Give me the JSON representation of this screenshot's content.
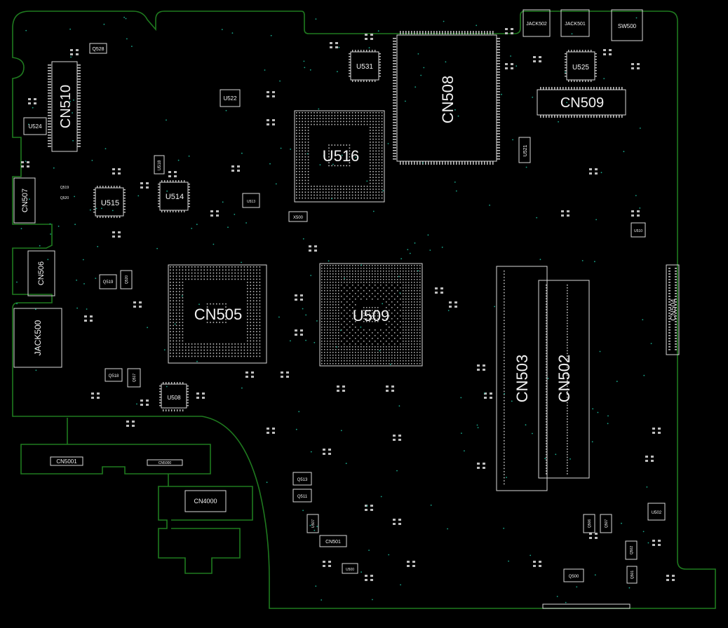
{
  "board": {
    "colors": {
      "background": "#000000",
      "outline": "#1f7a1f",
      "silkscreen": "#d9d9d9",
      "via": "#1aa88c"
    }
  },
  "labels": {
    "cn510": "CN510",
    "u524": "U524",
    "q528": "Q528",
    "cn507": "CN507",
    "q519a": "Q519",
    "q520a": "Q520",
    "u515": "U515",
    "u514": "U514",
    "u518": "U518",
    "u522": "U522",
    "u516": "U516",
    "u513": "U513",
    "x500": "X500",
    "u531": "U531",
    "cn508": "CN508",
    "jack502": "JACK502",
    "jack501": "JACK501",
    "sw500": "SW500",
    "u525": "U525",
    "cn509": "CN509",
    "u521": "U521",
    "u510": "U510",
    "cn506": "CN506",
    "q519": "Q519",
    "q520": "Q520",
    "cn505": "CN505",
    "u509": "U509",
    "jack500": "JACK500",
    "q518": "Q518",
    "q517": "Q517",
    "u508": "U508",
    "cn503": "CN503",
    "cn502": "CN502",
    "cn504": "CN504",
    "cn5001": "CN5001",
    "cn5000": "CN5000",
    "cn4000": "CN4000",
    "q513": "Q513",
    "q511": "Q511",
    "u507": "U507",
    "cn501": "CN501",
    "u500": "U500",
    "q506": "Q506",
    "q507": "Q507",
    "u502": "U502",
    "q502": "Q502",
    "q500": "Q500",
    "q501": "Q501"
  }
}
